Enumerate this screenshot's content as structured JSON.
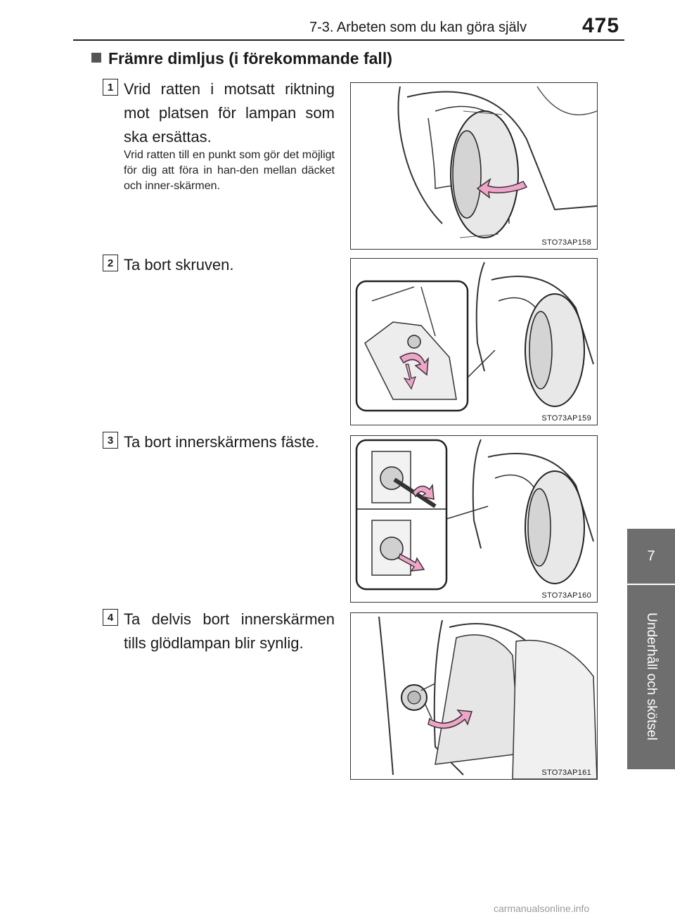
{
  "header": {
    "section": "7-3. Arbeten som du kan göra själv",
    "page_number": "475"
  },
  "side_tab": {
    "chapter_number": "7",
    "chapter_title": "Underhåll och skötsel"
  },
  "section_title": "Främre dimljus (i förekommande fall)",
  "steps": [
    {
      "number": "1",
      "text": "Vrid ratten i motsatt riktning mot platsen för lampan som ska ersättas.",
      "note": "Vrid ratten till en punkt som gör det möjligt för dig att föra in han-den mellan däcket och inner-skärmen.",
      "figure_code": "STO73AP158"
    },
    {
      "number": "2",
      "text": "Ta bort skruven.",
      "figure_code": "STO73AP159"
    },
    {
      "number": "3",
      "text": "Ta bort innerskärmens fäste.",
      "figure_code": "STO73AP160"
    },
    {
      "number": "4",
      "text": "Ta delvis bort innerskärmen tills glödlampan blir synlig.",
      "figure_code": "STO73AP161"
    }
  ],
  "watermark": "carmanualsonline.info",
  "colors": {
    "arrow": "#f2a3c9",
    "tab": "#6e6e6e",
    "tire": "#e8e8e8"
  }
}
